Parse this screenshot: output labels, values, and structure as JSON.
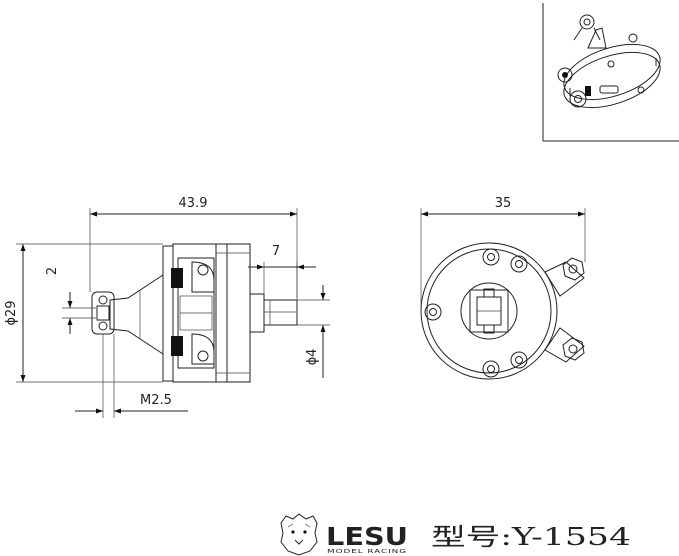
{
  "dimensions": {
    "overall_length": "43.9",
    "diameter_body": "ϕ29",
    "boss_length": "7",
    "boss_diameter": "ϕ4",
    "small_offset": "2",
    "thread": "M2.5",
    "front_diameter": "35"
  },
  "branding": {
    "logo_text": "LESU",
    "logo_subtext": "MODEL RACING",
    "model_label": "型号:Y-1554"
  },
  "icons": {
    "logo": "lion-head-icon"
  }
}
